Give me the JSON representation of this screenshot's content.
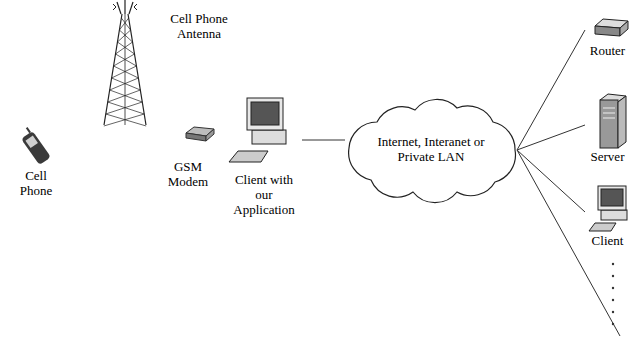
{
  "diagram": {
    "nodes": [
      {
        "text": [
          "Cell Phone"
        ]
      },
      {
        "text": [
          "Cell Phone Antenna"
        ]
      },
      {
        "text": [
          "GSM Modem"
        ]
      },
      {
        "text": [
          "Client with our Application"
        ]
      },
      {
        "text": [
          "Internet, Interanet or Private LAN"
        ]
      },
      {
        "text": [
          "Router"
        ]
      },
      {
        "text": [
          "Server"
        ]
      },
      {
        "text": [
          "Client"
        ]
      }
    ],
    "edges": [
      {
        "from": 3,
        "to": 4,
        "arrow": "none"
      },
      {
        "from": 4,
        "to": 5,
        "arrow": "none"
      },
      {
        "from": 4,
        "to": 6,
        "arrow": "none"
      },
      {
        "from": 4,
        "to": 7,
        "arrow": "none"
      }
    ]
  }
}
